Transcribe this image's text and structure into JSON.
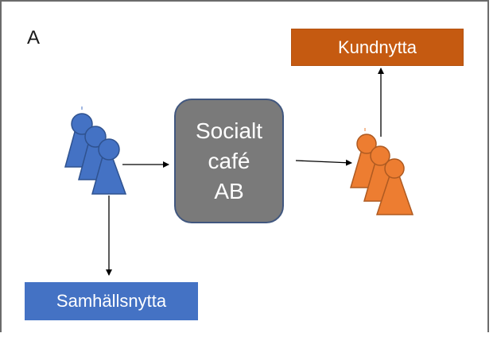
{
  "panel_label": "A",
  "central": {
    "lines": [
      "Socialt",
      "café",
      "AB"
    ]
  },
  "outputs": {
    "customer_benefit": "Kundnytta",
    "society_benefit": "Samhällsnytta"
  },
  "colors": {
    "blue_group": "#4472c4",
    "orange_group": "#ed7d31",
    "central_fill": "#7a7a7a",
    "kundnytta_fill": "#c55a11",
    "samhall_fill": "#4472c4"
  },
  "icons": {
    "left_group": "people-group-icon",
    "right_group": "people-group-icon"
  }
}
